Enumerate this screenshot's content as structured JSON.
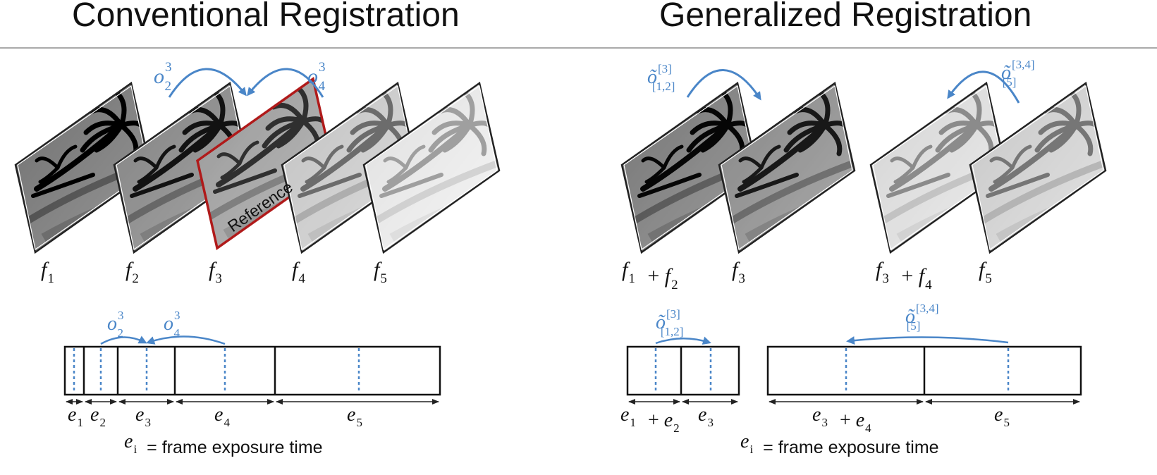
{
  "titles": {
    "left": "Conventional Registration",
    "right": "Generalized Registration"
  },
  "left": {
    "frames": [
      "f1",
      "f2",
      "f3",
      "f4",
      "f5"
    ],
    "frame_labels": [
      {
        "base": "f",
        "sub": "1"
      },
      {
        "base": "f",
        "sub": "2"
      },
      {
        "base": "f",
        "sub": "3"
      },
      {
        "base": "f",
        "sub": "4"
      },
      {
        "base": "f",
        "sub": "5"
      }
    ],
    "reference_label": "Reference",
    "flow_labels": [
      {
        "base": "o",
        "sub": "2",
        "sup": "3"
      },
      {
        "base": "o",
        "sub": "4",
        "sup": "3"
      }
    ],
    "exposure_labels": [
      {
        "base": "e",
        "sub": "1"
      },
      {
        "base": "e",
        "sub": "2"
      },
      {
        "base": "e",
        "sub": "3"
      },
      {
        "base": "e",
        "sub": "4"
      },
      {
        "base": "e",
        "sub": "5"
      }
    ],
    "legend": {
      "base": "e",
      "sub": "i",
      "text": "= frame exposure time"
    }
  },
  "right": {
    "frame_labels": [
      {
        "parts": [
          {
            "base": "f",
            "sub": "1"
          },
          {
            "op": "+"
          },
          {
            "base": "f",
            "sub": "2"
          }
        ]
      },
      {
        "parts": [
          {
            "base": "f",
            "sub": "3"
          }
        ]
      },
      {
        "parts": [
          {
            "base": "f",
            "sub": "3"
          },
          {
            "op": "+"
          },
          {
            "base": "f",
            "sub": "4"
          }
        ]
      },
      {
        "parts": [
          {
            "base": "f",
            "sub": "5"
          }
        ]
      }
    ],
    "flow_labels": [
      {
        "base": "õ",
        "sub": "[1,2]",
        "sup": "[3]"
      },
      {
        "base": "õ",
        "sub": "[5]",
        "sup": "[3,4]"
      }
    ],
    "exposure_labels": [
      {
        "parts": [
          {
            "base": "e",
            "sub": "1"
          },
          {
            "op": "+"
          },
          {
            "base": "e",
            "sub": "2"
          }
        ]
      },
      {
        "parts": [
          {
            "base": "e",
            "sub": "3"
          }
        ]
      },
      {
        "parts": [
          {
            "base": "e",
            "sub": "3"
          },
          {
            "op": "+"
          },
          {
            "base": "e",
            "sub": "4"
          }
        ]
      },
      {
        "parts": [
          {
            "base": "e",
            "sub": "5"
          }
        ]
      }
    ],
    "legend": {
      "base": "e",
      "sub": "i",
      "text": "= frame exposure time"
    }
  },
  "colors": {
    "flow_arrow": "#4a86c8",
    "reference_border": "#b01a1a",
    "frame_border": "#222222"
  }
}
